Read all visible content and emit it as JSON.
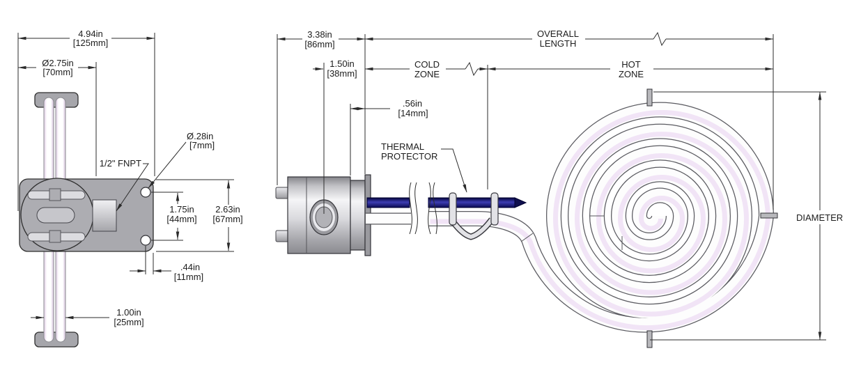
{
  "drawing": {
    "end_view": {
      "dim_overall_width": {
        "in": "4.94in",
        "mm": "[125mm]"
      },
      "dim_flange_diameter": {
        "in": "Ø2.75in",
        "mm": "[70mm]"
      },
      "label_fitting": "1/2\" FNPT",
      "dim_hole_diameter": {
        "in": "Ø.28in",
        "mm": "[7mm]"
      },
      "dim_hole_spacing": {
        "in": "1.75in",
        "mm": "[44mm]"
      },
      "dim_bracket_height": {
        "in": "2.63in",
        "mm": "[67mm]"
      },
      "dim_hole_edge_offset": {
        "in": ".44in",
        "mm": "[11mm]"
      },
      "dim_element_width": {
        "in": "1.00in",
        "mm": "[25mm]"
      }
    },
    "side_view": {
      "dim_body_length": {
        "in": "3.38in",
        "mm": "[86mm]"
      },
      "dim_port_offset": {
        "in": "1.50in",
        "mm": "[38mm]"
      },
      "dim_exit_offset": {
        "in": ".56in",
        "mm": "[14mm]"
      },
      "dim_overall_length": {
        "line1": "OVERALL",
        "line2": "LENGTH"
      },
      "dim_cold_zone": {
        "line1": "COLD",
        "line2": "ZONE"
      },
      "dim_hot_zone": {
        "line1": "HOT",
        "line2": "ZONE"
      },
      "label_thermal_protector": {
        "line1": "THERMAL",
        "line2": "PROTECTOR"
      },
      "dim_diameter": "DIAMETER"
    },
    "colors": {
      "line": "#2b2b2b",
      "metal_gray": "#adadb2",
      "probe_navy": "#1d1d86",
      "tube_highlight": "#eedff5"
    }
  }
}
